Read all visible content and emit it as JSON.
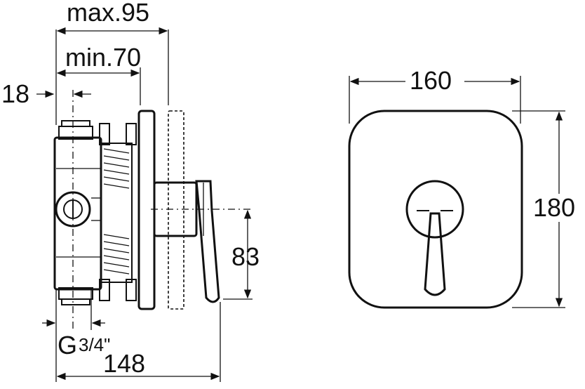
{
  "dimensions": {
    "max_depth": "max.95",
    "min_depth": "min.70",
    "offset": "18",
    "height_axis": "83",
    "thread_main": "G",
    "thread_fraction": "3/4\"",
    "total_depth": "148",
    "plate_width": "160",
    "plate_height": "180"
  },
  "colors": {
    "line": "#111111",
    "background": "#ffffff"
  }
}
